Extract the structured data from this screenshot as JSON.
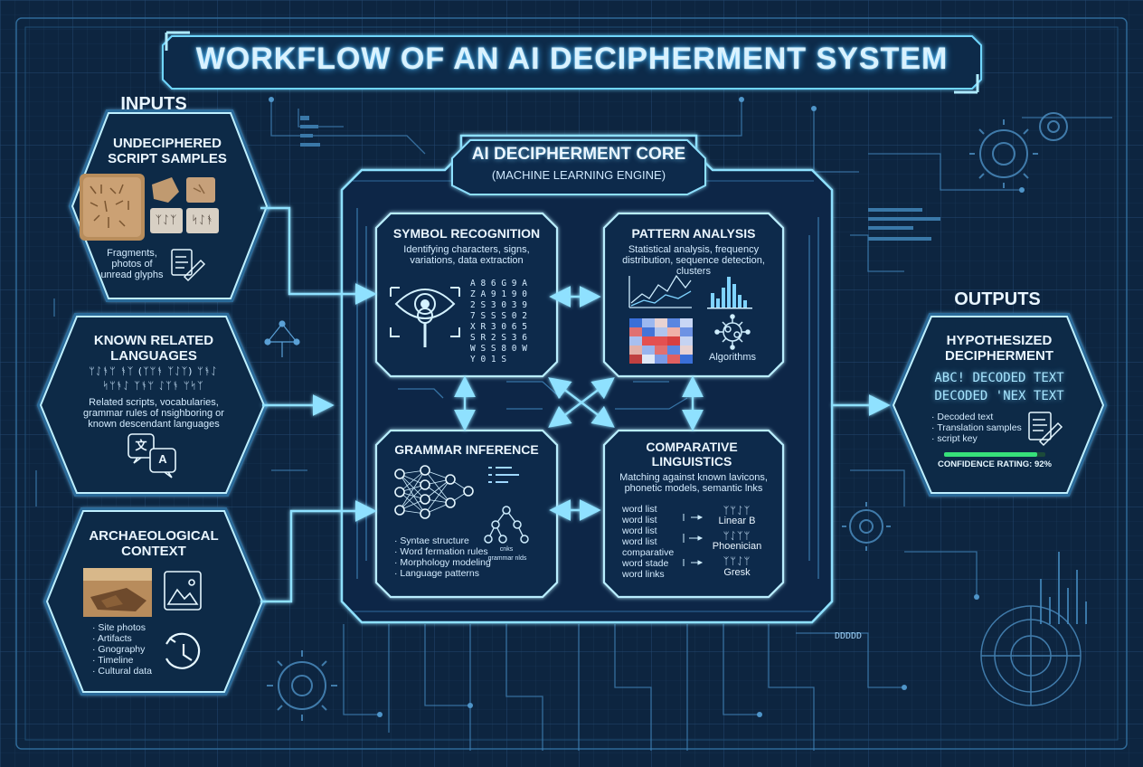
{
  "title": "WORKFLOW OF AN AI DECIPHERMENT SYSTEM",
  "inputs": {
    "heading": "INPUTS",
    "undeciphered": {
      "title": "UNDECIPHERED SCRIPT SAMPLES",
      "caption": "Fragments, photos of unread glyphs",
      "glyph_sample_1": "ᛉᛇᛉ",
      "glyph_sample_2": "ᛋᛇᚬ"
    },
    "known_languages": {
      "title": "KNOWN RELATED LANGUAGES",
      "glyph_line_1": "ᛘᛇᚬᛘ ᚬᛉ (ᛉᛘᚬ ᛉᛇᛉ) ᛘᚬᛇ",
      "glyph_line_2": "ᛋᛘᚬᛇ ᛉᚬᛘ ᛇᛉᚬ ᛘᛋᛉ",
      "description": "Related scripts, vocabularies, grammar rules of nsighboring or known descendant languages"
    },
    "archaeological": {
      "title": "ARCHAEOLOGICAL CONTEXT",
      "items": [
        "Site photos",
        "Artifacts",
        "Gnography",
        "Timeline",
        "Cultural data"
      ]
    }
  },
  "core": {
    "title": "AI DECIPHERMENT CORE",
    "subtitle": "(MACHINE LEARNING ENGINE)",
    "symbol_recognition": {
      "title": "SYMBOL RECOGNITION",
      "description": "Identifying characters, signs, variations, data extraction",
      "grid_rows": [
        "A 8 6 G 9 A",
        "Z A 9 1 9 0",
        "2 S 3 0 3 9",
        "7 S S S 0 2",
        "X R 3 0 6 5",
        "S R 2 S 3 6",
        "W S S 8 0 W",
        "Y 0 1 S"
      ]
    },
    "pattern_analysis": {
      "title": "PATTERN ANALYSIS",
      "description": "Statistical analysis, frequency distribution, sequence detection, clusters",
      "algorithms_label": "Algorithms"
    },
    "grammar_inference": {
      "title": "GRAMMAR INFERENCE",
      "items": [
        "Syntae structure",
        "Word fermation rules",
        "Morphology modeling",
        "Language patterns"
      ],
      "tree_label_1": "cnks",
      "tree_label_2": "grammar nlds"
    },
    "comparative_linguistics": {
      "title": "COMPARATIVE LINGUISTICS",
      "description": "Matching against known lavicons, phonetic models, semantic lnks",
      "word_list": [
        "word list",
        "word list",
        "word list",
        "word list",
        "comparative",
        "word stade",
        "word links"
      ],
      "targets": [
        {
          "glyphs": "ᛉᛘᛇᛉ",
          "name": "Linear B"
        },
        {
          "glyphs": "ᛘᛇᛉᛘ",
          "name": "Phoenician"
        },
        {
          "glyphs": "ᛉᛘᛇᛘ",
          "name": "Gresk"
        }
      ],
      "arrow": "→"
    }
  },
  "outputs": {
    "heading": "OUTPUTS",
    "hypothesized": {
      "title": "HYPOTHESIZED DECIPHERMENT",
      "line_1": "ABC! DECODED TEXT",
      "line_2": "DECODED 'NEX TEXT",
      "items": [
        "Decoded text",
        "Translation samples",
        "script key"
      ],
      "confidence_label": "CONFIDENCE RATING: 92%",
      "confidence": 0.92
    }
  },
  "decor": {
    "dots_label": "DDDDD"
  },
  "colors": {
    "background": "#0d2540",
    "accent": "#5fd0ff",
    "confidence": "#37e07a"
  },
  "icons": [
    "eye-magnifier-icon",
    "translate-icon",
    "document-pen-icon",
    "map-document-icon",
    "clock-history-icon",
    "neural-network-icon",
    "tree-icon",
    "gear-icon",
    "brain-icon"
  ]
}
